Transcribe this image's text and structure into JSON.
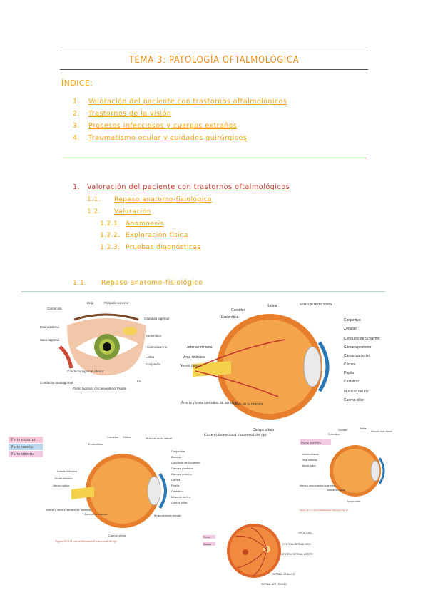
{
  "title": "TEMA 3: PATOLOGÍA OFTALMOLÓGICA",
  "indice_label": "ÍNDICE:",
  "toc": [
    {
      "num": "1.",
      "text": "Valoración del paciente con trastornos oftalmológicos"
    },
    {
      "num": "2.",
      "text": "Trastornos de la visión"
    },
    {
      "num": "3.",
      "text": "Procesos infecciosos y cuerpos extraños"
    },
    {
      "num": "4.",
      "text": "Traumatismo ocular y cuidados quirúrgicos"
    }
  ],
  "section1": {
    "num": "1.",
    "text": "Valoración del paciente con trastornos oftalmológicos",
    "subs": [
      {
        "num": "1.1.",
        "text": "Repaso anatomo-fisiológico"
      },
      {
        "num": "1.2.",
        "text": "Valoración"
      }
    ],
    "subsubs": [
      {
        "num": "1.2.1.",
        "text": "Anamnesis"
      },
      {
        "num": "1.2.2.",
        "text": "Exploración física"
      },
      {
        "num": "1.2.3.",
        "text": "Pruebas diagnósticas"
      }
    ]
  },
  "section11": {
    "num": "1.1.",
    "text": "Repaso anatomo-fisiológico"
  },
  "figure_external": {
    "labels": [
      "Ceja",
      "Párpado superior",
      "Carúncula",
      "Glándula lagrimal",
      "Canto interno",
      "Saco lagrimal",
      "Esclerótica",
      "Canto externo",
      "Limbo",
      "Conjuntiva",
      "Conducto lagrimal inferior",
      "Conducto nasolagrimal",
      "Punto lagrimal cercano inferior",
      "Pupila",
      "Iris"
    ]
  },
  "figure_cross": {
    "labels": [
      "Coroides",
      "Retina",
      "Músculo recto lateral",
      "Esclerótica",
      "Conjuntiva",
      "Zónulas",
      "Conducto de Schlemm",
      "Arteria retiniana",
      "Cámara posterior",
      "Vena retiniana",
      "Cámara anterior",
      "Nervio óptico",
      "Córnea",
      "Pupila",
      "Cristalino",
      "Músculo del iris",
      "Cuerpo ciliar",
      "Arteria y vena centrales de la retina",
      "Área de la mácula",
      "Cuerpo vítreo"
    ],
    "caption": "Corte tridimensional transversal del ojo."
  },
  "legend": [
    "Parte externa",
    "Parte media",
    "Parte interna"
  ],
  "legend_colors": [
    "#f7c6d9",
    "#bcd8ef",
    "#f3c9e3"
  ],
  "figure_small_1": {
    "labels": [
      "Coroides",
      "Retina",
      "Músculo recto lateral",
      "Esclerótica",
      "Conjuntiva",
      "Zónulas",
      "Conducto de Schlemm",
      "Arteria retiniana",
      "Cámara posterior",
      "Vena retiniana",
      "Cámara anterior",
      "Nervio óptico",
      "Córnea",
      "Pupila",
      "Cristalino",
      "Músculo del iris",
      "Cuerpo ciliar",
      "Arteria y vena centrales de la retina",
      "Área de la mácula",
      "Músculo recto medial",
      "Cuerpo vítreo"
    ],
    "caption": "Figura 45-3 • Corte tridimensional transversal del ojo."
  },
  "figure_small_2": {
    "part_label": "Parte interna",
    "labels": [
      "Coroides",
      "Retina",
      "Músculo recto lateral",
      "Esclerótica",
      "Arteria retiniana",
      "Vena retiniana",
      "Nervio óptico",
      "Arteria y vena centrales de la retina",
      "Área de la mácula",
      "Cuerpo vítreo"
    ],
    "caption": "Figura 45-3 • Corte tridimensional transversal del ojo."
  },
  "figure_fundus": {
    "labels": [
      "Fóvea",
      "Mácula",
      "OPTIC DISC",
      "CENTRAL RETINAL VEIN",
      "CENTRAL RETINAL ARTERY",
      "RETINAL VENULES",
      "RETINAL ARTERIOLES"
    ]
  }
}
